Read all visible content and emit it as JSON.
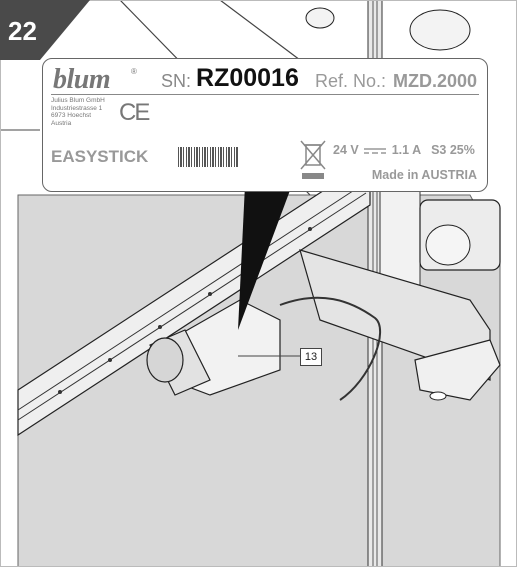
{
  "step_number": "22",
  "label": {
    "brand": "blum",
    "brand_reg": "®",
    "sn_label": "SN:",
    "sn_value": "RZ00016",
    "ref_label": "Ref. No.:",
    "ref_value": "MZD.2000",
    "address_lines": [
      "Julius Blum GmbH",
      "Industriestrasse 1",
      "6973 Hoechst",
      "Austria"
    ],
    "ce_mark": "CE",
    "product_name": "EASYSTICK",
    "voltage": "24 V",
    "current": "1.1 A",
    "duty": "S3 25%",
    "origin": "Made in AUSTRIA"
  },
  "callout_number": "13",
  "icons": {
    "badge": "step-badge",
    "barcode": "barcode-icon",
    "weee": "crossed-out-bin-icon",
    "dc": "direct-current-icon"
  }
}
